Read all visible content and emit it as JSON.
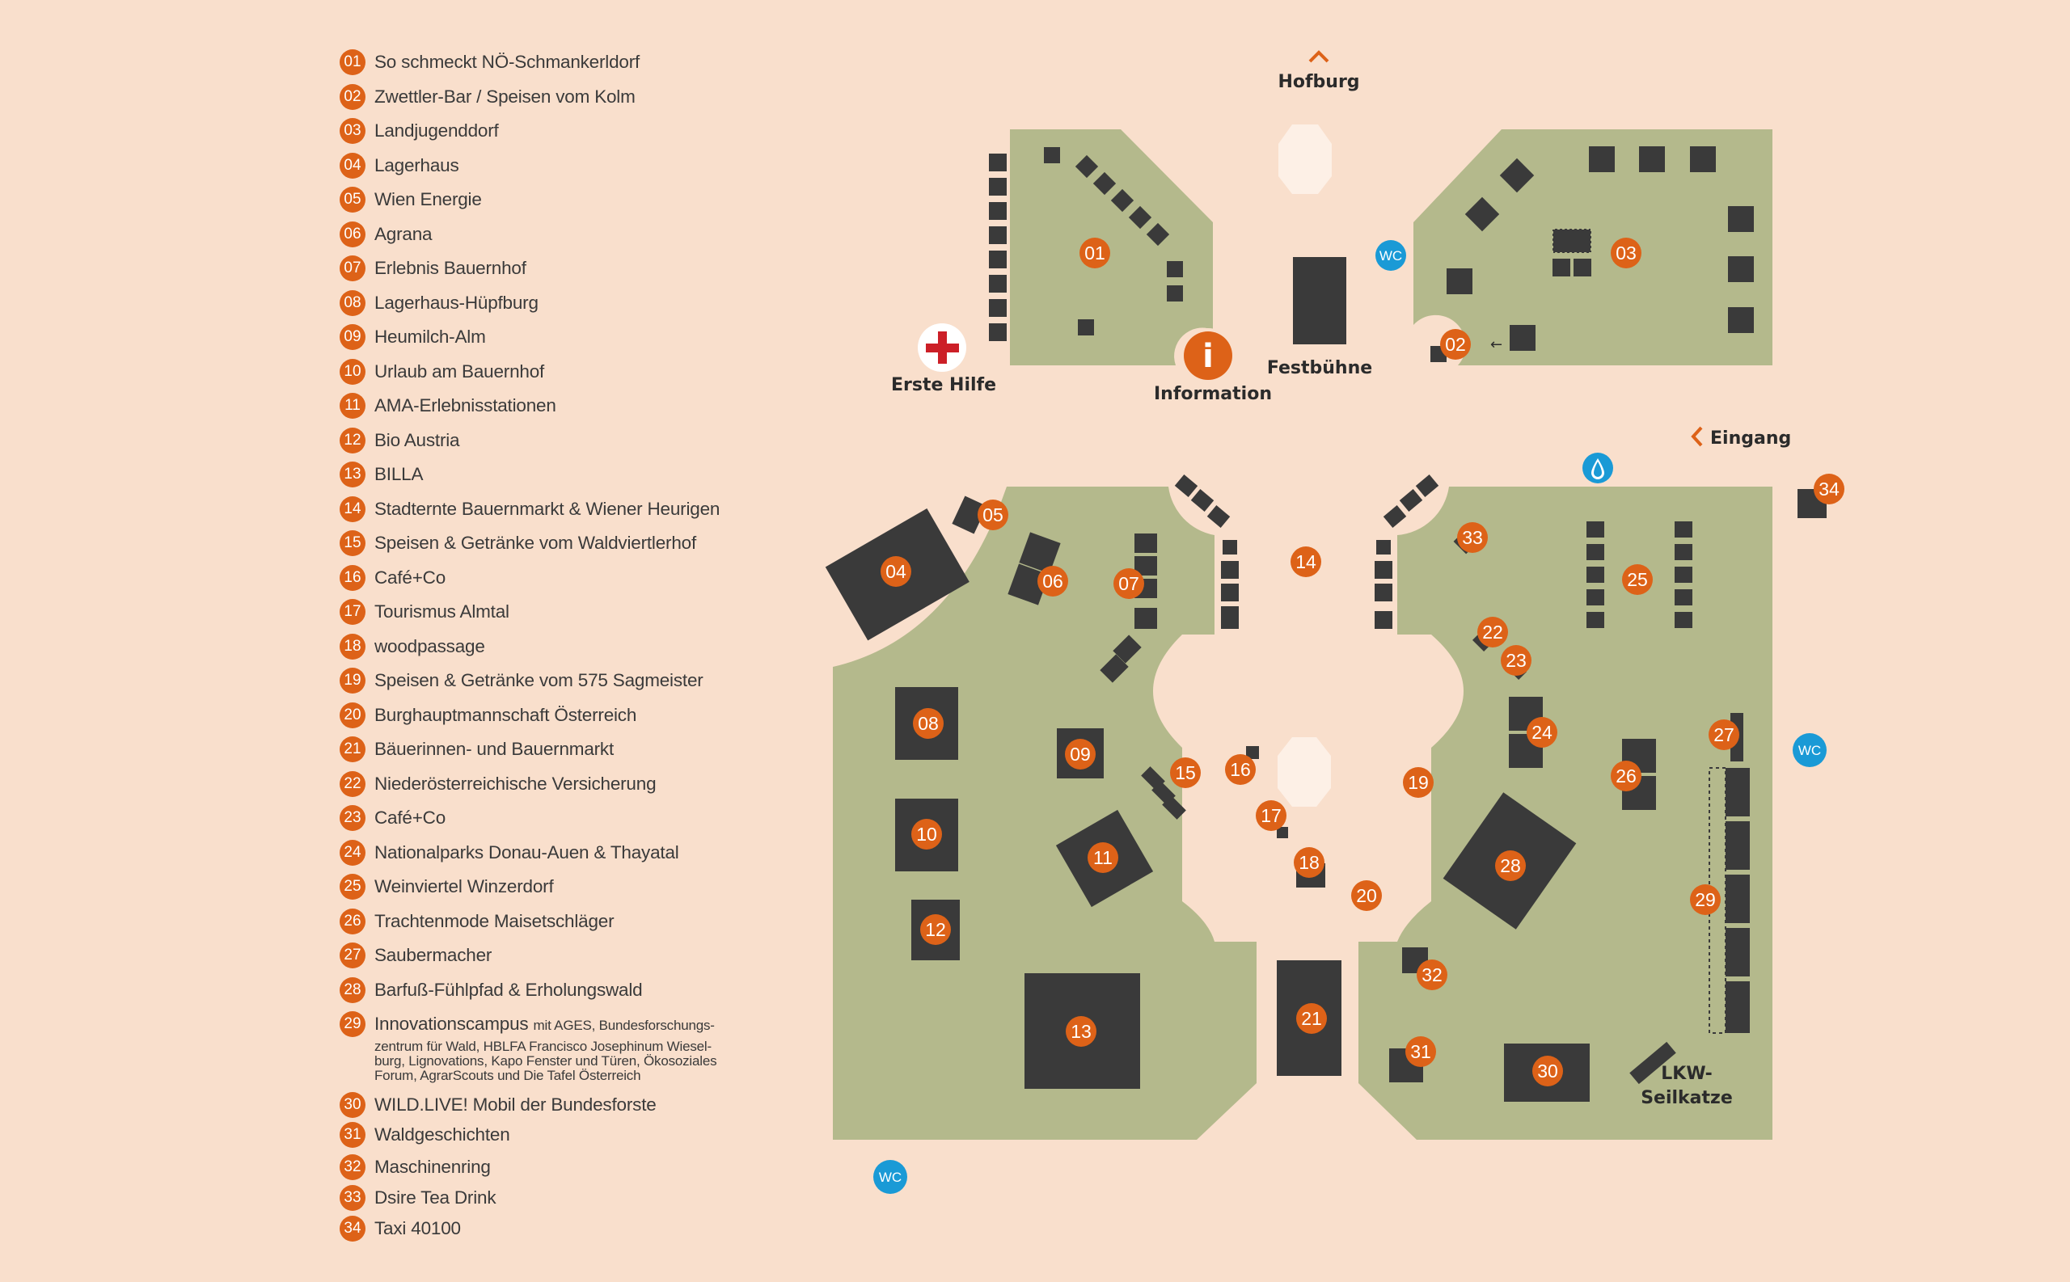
{
  "legend": [
    {
      "num": "01",
      "label": "So schmeckt NÖ-Schmankerldorf"
    },
    {
      "num": "02",
      "label": "Zwettler-Bar / Speisen vom Kolm"
    },
    {
      "num": "03",
      "label": "Landjugenddorf"
    },
    {
      "num": "04",
      "label": "Lagerhaus"
    },
    {
      "num": "05",
      "label": "Wien Energie"
    },
    {
      "num": "06",
      "label": "Agrana"
    },
    {
      "num": "07",
      "label": "Erlebnis Bauernhof"
    },
    {
      "num": "08",
      "label": "Lagerhaus-Hüpfburg"
    },
    {
      "num": "09",
      "label": "Heumilch-Alm"
    },
    {
      "num": "10",
      "label": "Urlaub am Bauernhof"
    },
    {
      "num": "11",
      "label": "AMA-Erlebnisstationen"
    },
    {
      "num": "12",
      "label": "Bio Austria"
    },
    {
      "num": "13",
      "label": "BILLA"
    },
    {
      "num": "14",
      "label": "Stadternte Bauernmarkt & Wiener Heurigen"
    },
    {
      "num": "15",
      "label": "Speisen & Getränke vom Waldviertlerhof"
    },
    {
      "num": "16",
      "label": "Café+Co"
    },
    {
      "num": "17",
      "label": "Tourismus Almtal"
    },
    {
      "num": "18",
      "label": "woodpassage"
    },
    {
      "num": "19",
      "label": "Speisen & Getränke vom 575 Sagmeister"
    },
    {
      "num": "20",
      "label": "Burghauptmannschaft Österreich"
    },
    {
      "num": "21",
      "label": "Bäuerinnen- und Bauernmarkt"
    },
    {
      "num": "22",
      "label": "Niederösterreichische Versicherung"
    },
    {
      "num": "23",
      "label": "Café+Co"
    },
    {
      "num": "24",
      "label": "Nationalparks Donau-Auen & Thayatal"
    },
    {
      "num": "25",
      "label": "Weinviertel Winzerdorf"
    },
    {
      "num": "26",
      "label": "Trachtenmode Maisetschläger"
    },
    {
      "num": "27",
      "label": "Saubermacher"
    },
    {
      "num": "28",
      "label": "Barfuß-Fühlpfad & Erholungswald"
    },
    {
      "num": "29",
      "label": "Innovationscampus",
      "detail": "mit AGES, Bundesforschungs-",
      "detail_lines": [
        "zentrum für Wald, HBLFA Francisco Josephinum Wiesel-",
        "burg, Lignovations, Kapo Fenster und Türen, Ökosoziales",
        "Forum, AgrarScouts und Die Tafel Österreich"
      ]
    },
    {
      "num": "30",
      "label": "WILD.LIVE! Mobil der Bundesforste"
    },
    {
      "num": "31",
      "label": "Waldgeschichten"
    },
    {
      "num": "32",
      "label": "Maschinenring"
    },
    {
      "num": "33",
      "label": "Dsire Tea Drink"
    },
    {
      "num": "34",
      "label": "Taxi 40100"
    }
  ],
  "map": {
    "labels": {
      "hofburg": "Hofburg",
      "eingang": "Eingang",
      "erste_hilfe": "Erste Hilfe",
      "information": "Information",
      "info_glyph": "i",
      "festbuehne": "Festbühne",
      "lkw": "LKW-",
      "seilkatze": "Seilkatze",
      "wc": "WC",
      "arrow": "←"
    },
    "colors": {
      "background": "#f9dfcc",
      "green": "#b4b98c",
      "booth": "#3a3a3a",
      "marker": "#dd6218",
      "wc": "#1a9ad6",
      "cross": "#cc1f27",
      "plaza": "#fdf0e6"
    },
    "icons": [
      "chevron-up-icon",
      "chevron-left-icon",
      "first-aid-icon",
      "info-icon",
      "water-drop-icon",
      "wc-icon"
    ]
  }
}
